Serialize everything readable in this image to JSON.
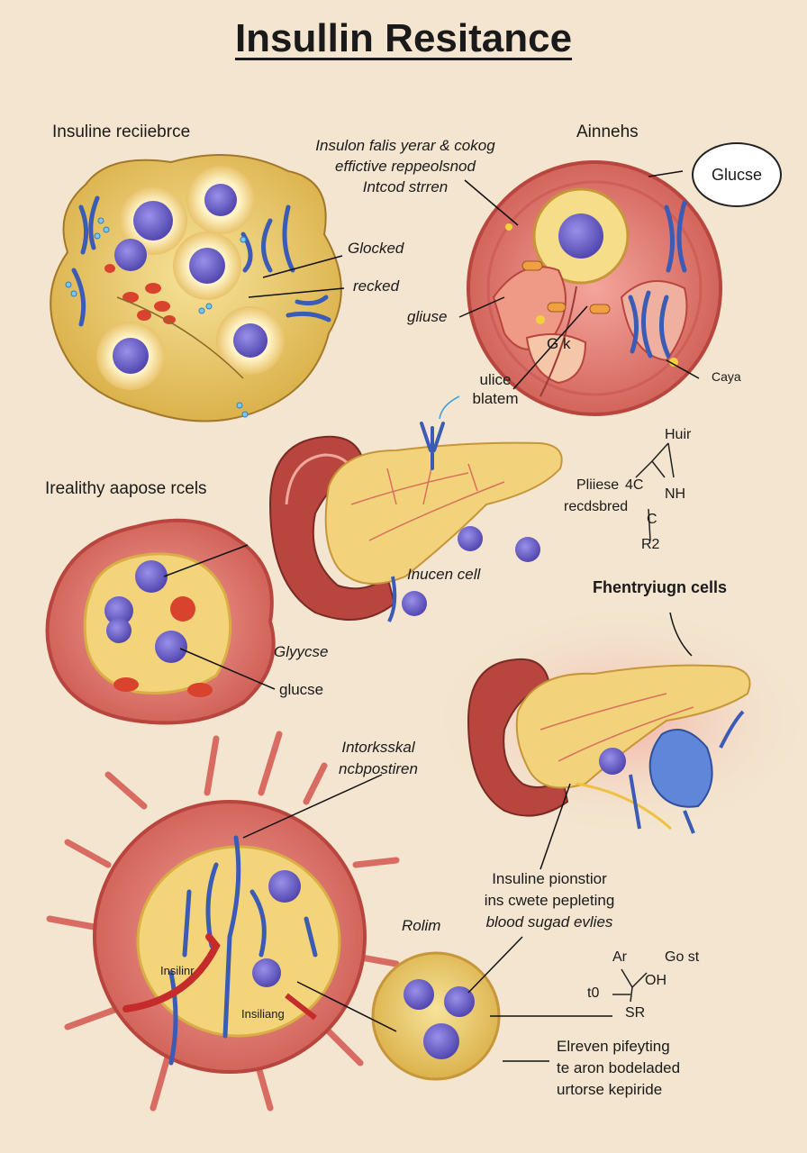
{
  "title": "Insullin Resitance",
  "panels": {
    "top_left": {
      "heading": "Insuline reciiebrce",
      "callouts": [
        "Glocked",
        "recked"
      ]
    },
    "top_center": {
      "lines": [
        "Insulon falis yerar & cokog",
        "effictive reppeolsnod",
        "Intcod strren"
      ]
    },
    "top_right": {
      "heading": "Ainnehs",
      "bubble": "Glucse",
      "callouts": [
        "gliuse",
        "G k",
        "Caya"
      ]
    },
    "middle_center": {
      "callout_lines": [
        "ulice",
        "blatem"
      ],
      "cell_label": "Inucen cell"
    },
    "molecule_1": {
      "labels": [
        "Huir",
        "Pliiese",
        "4C",
        "NH",
        "recdsbred",
        "C",
        "R2"
      ]
    },
    "middle_left": {
      "heading": "Irealithy aapose rcels",
      "callouts": [
        "Glyycse",
        "glucse"
      ]
    },
    "middle_right": {
      "heading": "Fhentryiugn cells"
    },
    "bottom_left": {
      "callout_lines": [
        "Intorksskal",
        "ncbpostiren"
      ],
      "inner_labels": [
        "Insilinr",
        "Insiliang"
      ]
    },
    "bottom_center": {
      "label": "Rolim",
      "lines": [
        "Insuline pionstior",
        "ins cwete pepleting",
        "blood sugad evlies"
      ]
    },
    "molecule_2": {
      "labels": [
        "Ar",
        "Go st",
        "OH",
        "t0",
        "SR"
      ]
    },
    "bottom_right": {
      "lines": [
        "Elreven pifeyting",
        "te aron bodeladed",
        "urtorse kepiride"
      ]
    }
  },
  "colors": {
    "background": "#f3e5cf",
    "fat_cell": "#f0d070",
    "tissue": "#e27f75",
    "nucleus": "#7b6fd6",
    "vessel": "#3b5bb5",
    "muscle": "#b8453e"
  }
}
